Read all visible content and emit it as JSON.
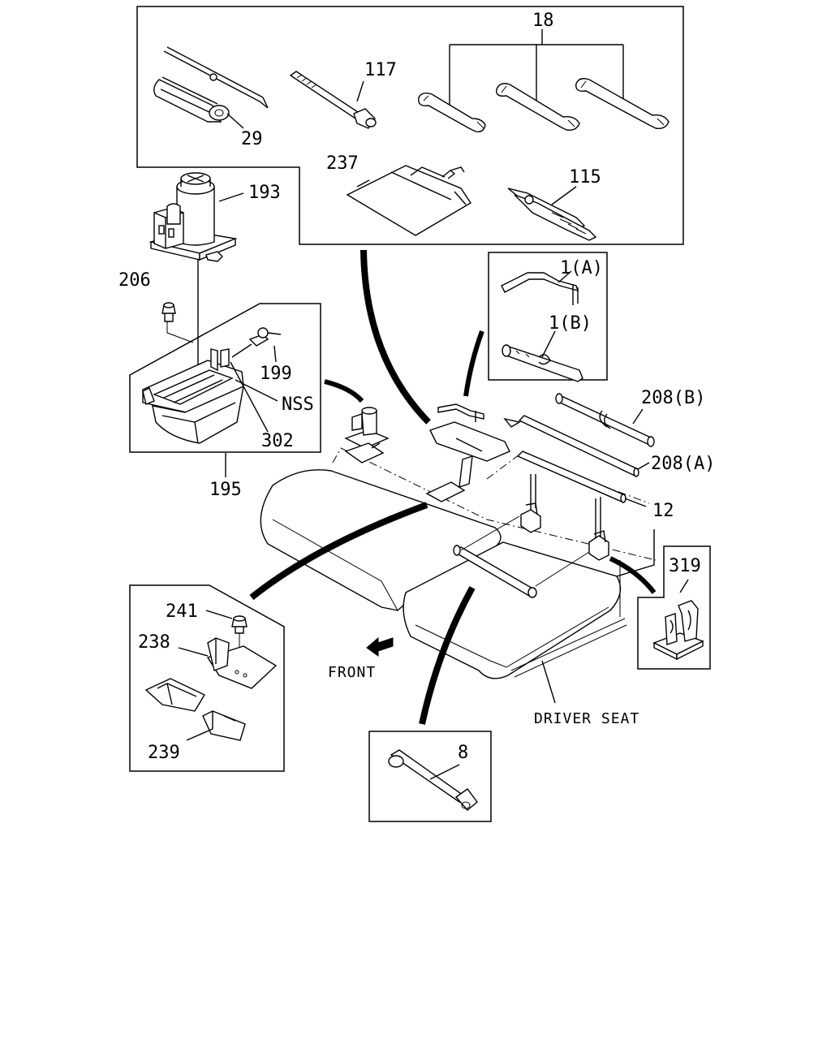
{
  "diagram": {
    "labels": {
      "p18": "18",
      "p117": "117",
      "p29": "29",
      "p237": "237",
      "p115": "115",
      "p193": "193",
      "p206": "206",
      "p199": "199",
      "pNSS": "NSS",
      "p302": "302",
      "p195": "195",
      "p1A": "1(A)",
      "p1B": "1(B)",
      "p208B": "208(B)",
      "p208A": "208(A)",
      "p12": "12",
      "p319": "319",
      "p241": "241",
      "p238": "238",
      "p239": "239",
      "p8": "8",
      "front": "FRONT",
      "driverSeat": "DRIVER SEAT"
    }
  }
}
